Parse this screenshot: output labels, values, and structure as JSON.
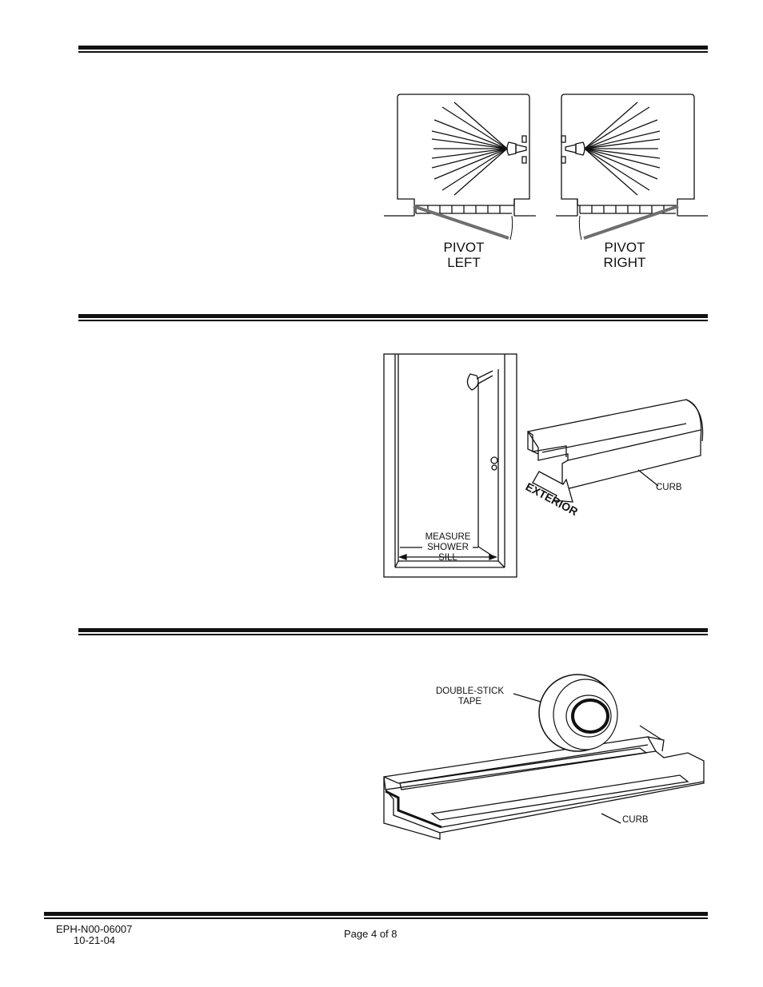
{
  "figure1": {
    "left_label_line1": "PIVOT",
    "left_label_line2": "LEFT",
    "right_label_line1": "PIVOT",
    "right_label_line2": "RIGHT"
  },
  "figure2": {
    "measure_line1": "MEASURE",
    "measure_line2": "SHOWER",
    "measure_line3": "SILL",
    "exterior": "EXTERIOR",
    "curb": "CURB"
  },
  "figure3": {
    "tape_line1": "DOUBLE-STICK",
    "tape_line2": "TAPE",
    "curb": "CURB"
  },
  "footer": {
    "doc_id": "EPH-N00-06007",
    "date": "10-21-04",
    "page": "Page 4 of 8"
  }
}
